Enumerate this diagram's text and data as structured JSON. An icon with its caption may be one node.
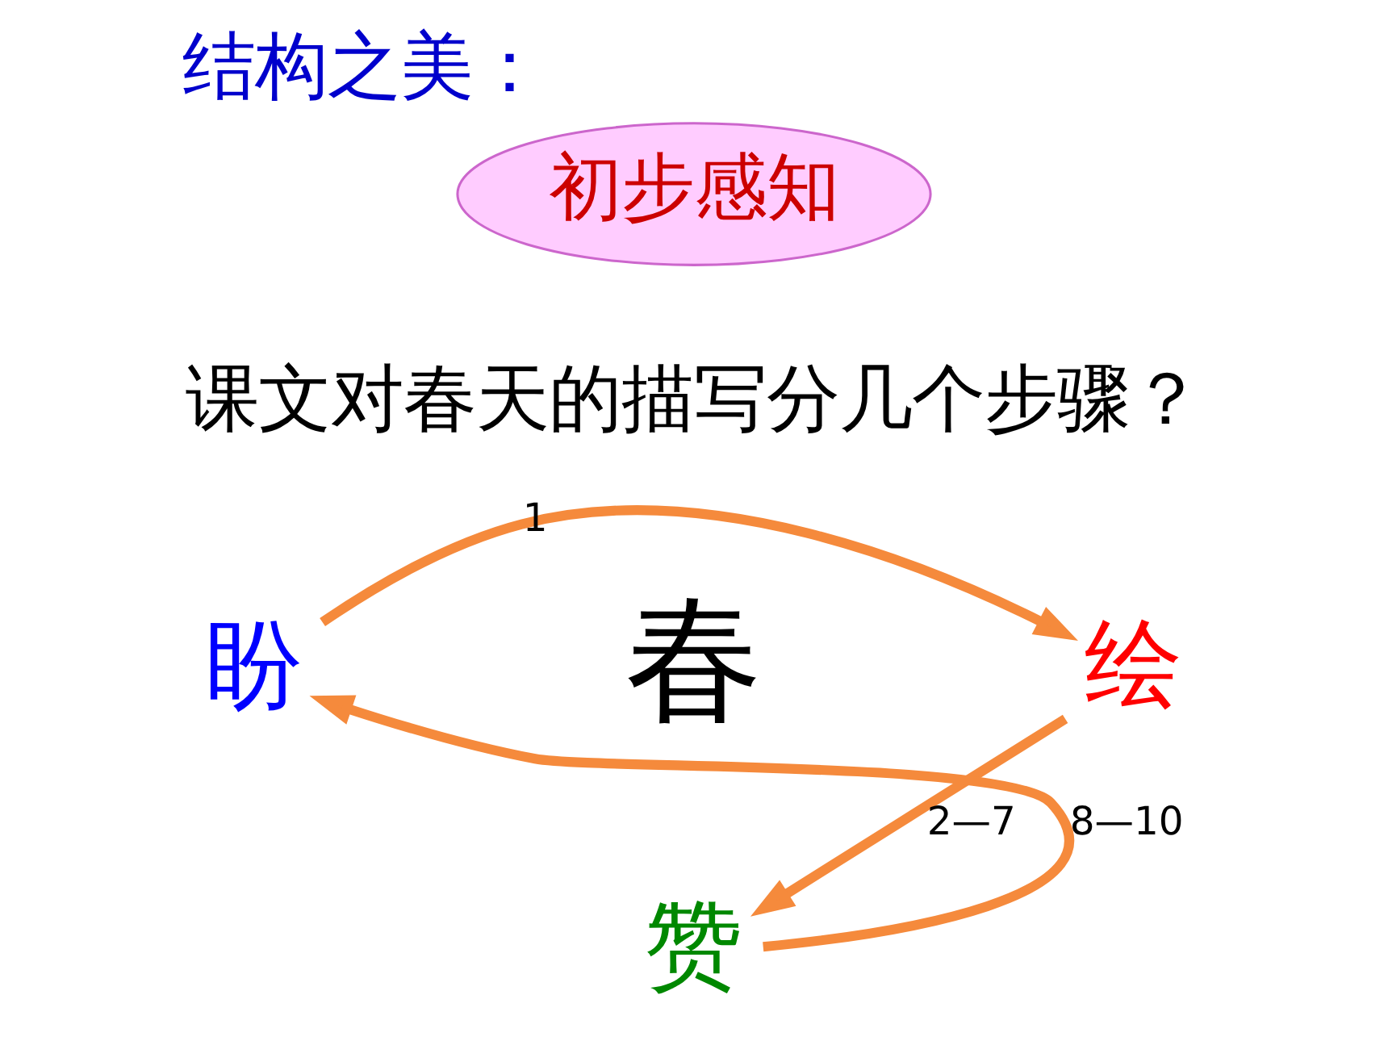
{
  "diagram": {
    "title": "结构之美：",
    "nodes": [
      {
        "text": [
          "初步感知"
        ]
      },
      {
        "text": [
          "盼"
        ]
      },
      {
        "text": [
          "绘"
        ]
      },
      {
        "text": [
          "赞"
        ]
      }
    ],
    "edges": [
      {
        "from": 1,
        "to": 2,
        "arrow": "to",
        "label": "1"
      },
      {
        "from": 2,
        "to": 3,
        "arrow": "to",
        "label": "2—7"
      },
      {
        "from": 3,
        "to": 1,
        "arrow": "to",
        "label": "8—10"
      }
    ],
    "labels": [
      "课文对春天的描写分几个步骤？",
      "春"
    ]
  }
}
